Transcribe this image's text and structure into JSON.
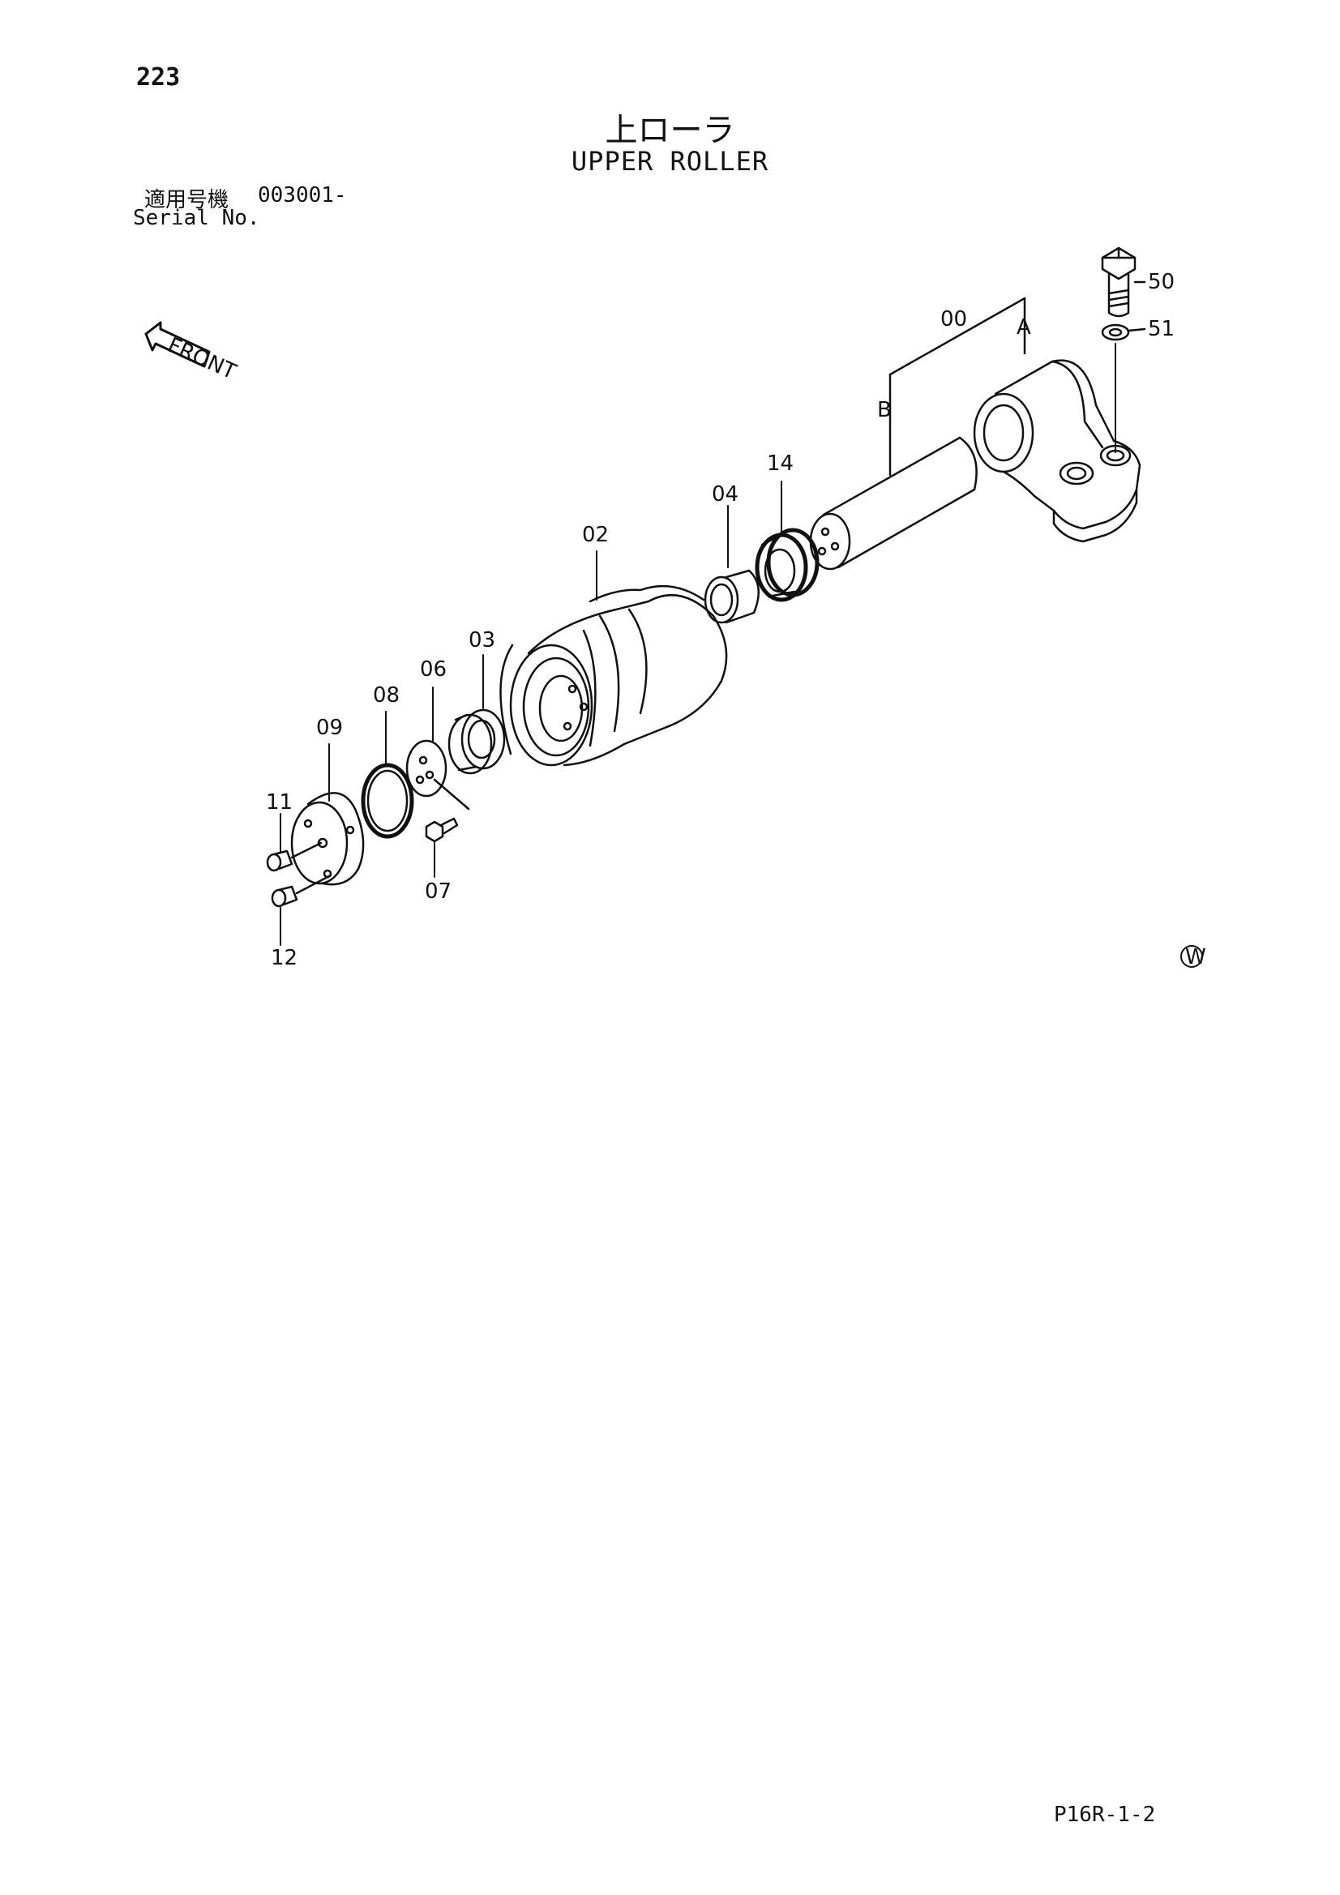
{
  "header": {
    "page_number": "223",
    "title_jp": "上ローラ",
    "title_en": "UPPER ROLLER",
    "serial_label_jp": "適用号機",
    "serial_value": "003001-",
    "serial_label_en": "Serial No."
  },
  "front_arrow_label": "FRONT",
  "callouts": {
    "p00": "00",
    "pA": "A",
    "pB": "B",
    "p02": "02",
    "p03": "03",
    "p04": "04",
    "p06": "06",
    "p07": "07",
    "p08": "08",
    "p09": "09",
    "p11": "11",
    "p12": "12",
    "p14": "14",
    "p50": "50",
    "p51": "51"
  },
  "watermark_mark": "W",
  "footer": {
    "page_code": "P16R-1-2"
  }
}
